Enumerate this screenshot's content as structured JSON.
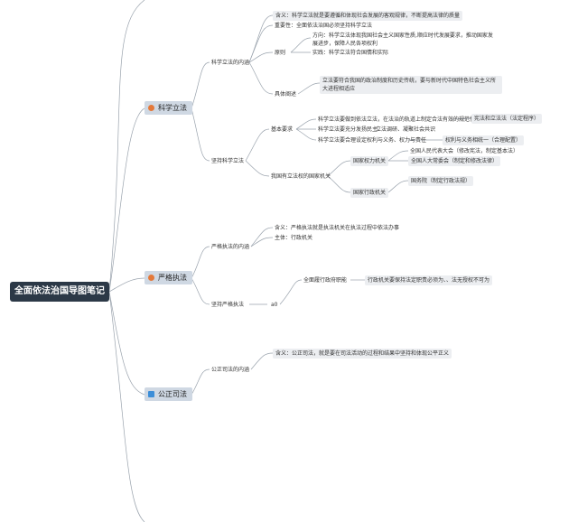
{
  "root": {
    "title": "全面依法治国导图笔记"
  },
  "branches": {
    "kexue": {
      "label": "科学立法",
      "icon": "orange-dot-icon"
    },
    "yange": {
      "label": "严格执法",
      "icon": "orange-dot-icon"
    },
    "gongzheng": {
      "label": "公正司法",
      "icon": "blue-square-icon"
    }
  },
  "kexue": {
    "neihan": "科学立法的内涵",
    "hanyi": "含义：科学立法就是要遵循和体现社会发展的客观规律，不断提高法律的质量",
    "zhongyao": "重要性：全面依法治国必须坚持科学立法",
    "yuanze": "原则",
    "fangxiang": "方向：科学立法体现我国社会主义国家性质,顺应时代发展要求，推动国家发展进步，保障人民各项权利",
    "shijian": "实践：科学立法符合国情和实际",
    "juti": "具体阐述",
    "juti_text": "立法要符合我国的政治制度和历史传统，要与新时代中国特色社会主义所大进程相适应",
    "jianchi": "坚持科学立法",
    "jiben": "基本要求",
    "req1": "科学立法要做到依法立法，在法治的轨道上制定合法有效的规范性文件",
    "req1_note": "宪法和立法法（法定程序）",
    "req2": "科学立法要充分发扬民主",
    "req2_note": "立法调研、凝聚社会共识",
    "req3": "科学立法要合理设定权利与义务、权力与责任",
    "req3_note": "权利与义务相统一（合理配置）",
    "jiguan": "我国有立法权的国家机关",
    "quanli": "国家权力机关",
    "renda": "全国人民代表大会（修改宪法，制定基本法）",
    "changwei": "全国人大常委会（制定和修改法律）",
    "xingzheng": "国家行政机关",
    "guowuyuan": "国务院（制定行政法规）"
  },
  "yange": {
    "neihan": "严格执法的内涵",
    "hanyi": "含义：严格执法就是执法机关在执法过程中依法办事",
    "zhuti": "主体：行政机关",
    "jianchi": "坚持严格执法",
    "ab": "a0",
    "zhineng": "全面履行政府职能",
    "zhineng_text": "行政机关要保持法定职责必须为、、法无授权不可为"
  },
  "gongzheng": {
    "neihan": "公正司法的内涵",
    "hanyi": "含义：公正司法，就是要在司法活动的过程和结果中坚持和体现公平正义"
  }
}
